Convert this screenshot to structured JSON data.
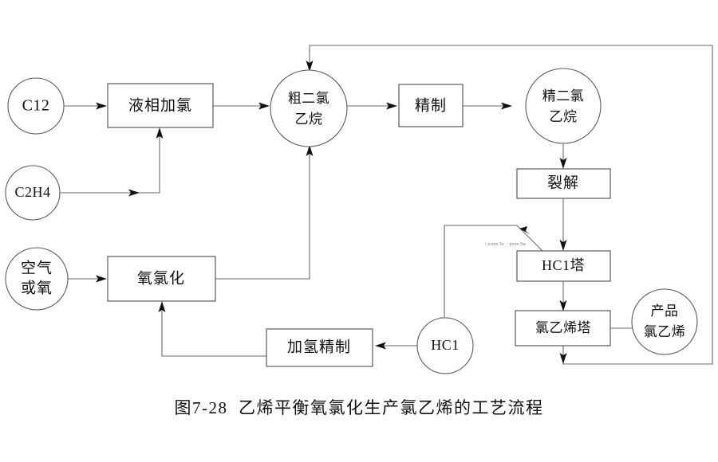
{
  "figure": {
    "caption": "图7-28  乙烯平衡氧氯化生产氯乙烯的工艺流程",
    "background_color": "#ffffff",
    "line_color": "#6b6b6b",
    "text_color": "#111111"
  },
  "nodes": {
    "cl2_feed": {
      "label": "C12",
      "shape": "circle"
    },
    "c2h4_feed": {
      "label": "C2H4",
      "shape": "circle"
    },
    "air_oxygen_feed": {
      "label_line1": "空气",
      "label_line2": "或氧",
      "shape": "circle"
    },
    "liquid_chlorination": {
      "label": "液相加氯",
      "shape": "box"
    },
    "oxychlorination": {
      "label": "氧氯化",
      "shape": "box"
    },
    "crude_edc": {
      "label_line1": "粗二氯",
      "label_line2": "乙烷",
      "shape": "circle"
    },
    "refining": {
      "label": "精制",
      "shape": "box"
    },
    "pure_edc": {
      "label_line1": "精二氯",
      "label_line2": "乙烷",
      "shape": "circle"
    },
    "cracking": {
      "label": "裂解",
      "shape": "box"
    },
    "hcl_tower": {
      "label": "HC1塔",
      "shape": "box"
    },
    "vcm_tower": {
      "label": "氯乙烯塔",
      "shape": "box"
    },
    "product_vcm": {
      "label_line1": "产品",
      "label_line2": "氯乙烯",
      "shape": "circle"
    },
    "hcl_stream": {
      "label": "HC1",
      "shape": "circle"
    },
    "hydrogenation_refining": {
      "label": "加氢精制",
      "shape": "box"
    }
  },
  "artifacts": {
    "scan_noise": "・zroon  5x  ・poon  5w"
  }
}
